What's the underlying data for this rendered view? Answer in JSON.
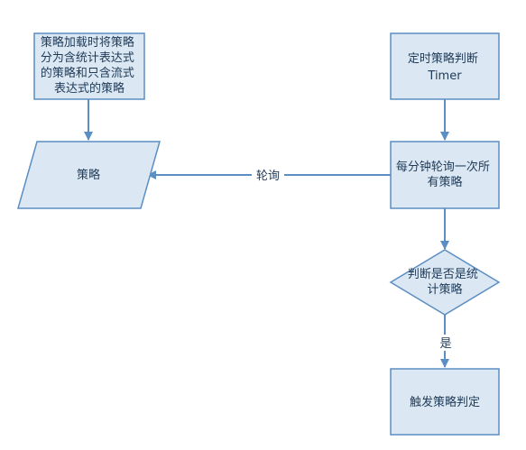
{
  "colors": {
    "node_fill": "#dbe8f4",
    "node_stroke": "#5b8ec2",
    "edge": "#5b8ec2",
    "text": "#1f3a57",
    "background": "#ffffff"
  },
  "nodes": {
    "strategy_load": {
      "lines": [
        "策略加载时将策略",
        "分为含统计表达式",
        "的策略和只含流式",
        "表达式的策略"
      ]
    },
    "strategy": {
      "lines": [
        "策略"
      ]
    },
    "timer": {
      "lines": [
        "定时策略判断",
        "Timer"
      ]
    },
    "poll": {
      "lines": [
        "每分钟轮询一次所",
        "有策略"
      ]
    },
    "decision": {
      "lines": [
        "判断是否是统",
        "计策略"
      ]
    },
    "trigger": {
      "lines": [
        "触发策略判定"
      ]
    }
  },
  "edges": {
    "poll_label": "轮询",
    "yes_label": "是"
  }
}
